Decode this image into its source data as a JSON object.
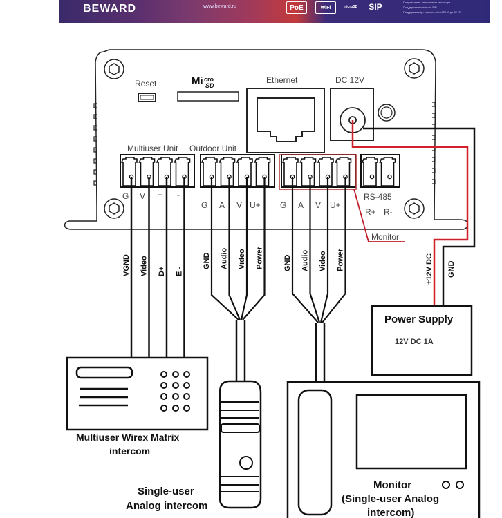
{
  "banner": {
    "brand": "BEWARD",
    "url": "www.beward.ru",
    "badges": [
      "PoE",
      "WiFi",
      "microSD",
      "SIP"
    ],
    "features": [
      "Подключение аналогового монитора",
      "Поддержка протокола SIP",
      "Поддержка карт памяти microSDHC до 32 ГБ"
    ],
    "colors": {
      "bg": "#2f2a78",
      "accent": "#c33a3a"
    }
  },
  "device": {
    "labels": {
      "reset": "Reset",
      "microsd": "micro SD",
      "ethernet": "Ethernet",
      "dc": "DC 12V",
      "multiuser_unit": "Multiuser Unit",
      "outdoor_unit": "Outdoor Unit",
      "rs485": "RS-485",
      "monitor": "Monitor"
    },
    "multiuser_pins": [
      "G",
      "V",
      "+",
      "-"
    ],
    "outdoor_pins": [
      "G",
      "A",
      "V",
      "U+"
    ],
    "monitor_pins": [
      "G",
      "A",
      "V",
      "U+"
    ],
    "rs485_pins": [
      "R+",
      "R-"
    ]
  },
  "wires": {
    "multiuser": [
      "VGND",
      "Video",
      "D+",
      "E -"
    ],
    "outdoor": [
      "GND",
      "Audio",
      "Video",
      "Power"
    ],
    "monitor": [
      "GND",
      "Audio",
      "Video",
      "Power"
    ],
    "power_positive": "+12V DC",
    "power_ground": "GND",
    "colors": {
      "positive": "#d0202a",
      "ground": "#111111",
      "monitor_highlight": "#b03030"
    }
  },
  "power_supply": {
    "title": "Power Supply",
    "rating": "12V DC 1A"
  },
  "devices": {
    "multiuser_intercom": [
      "Multiuser Wirex Matrix",
      "intercom"
    ],
    "single_user_intercom": [
      "Single-user",
      "Analog intercom"
    ],
    "monitor": [
      "Monitor",
      "(Single-user Analog",
      "intercom)"
    ]
  }
}
